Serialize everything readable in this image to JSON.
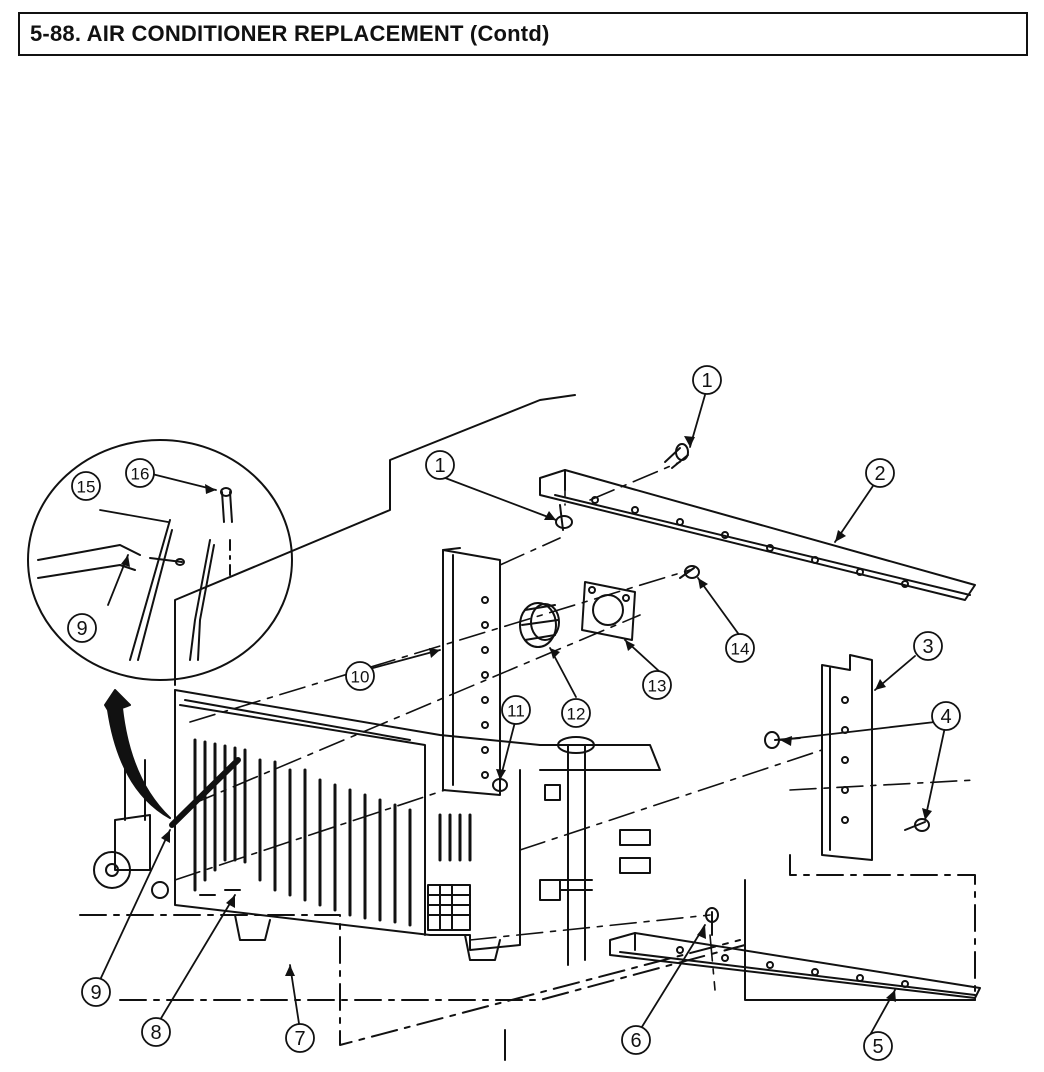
{
  "header": {
    "title": "5-88. AIR CONDITIONER REPLACEMENT (Contd)"
  },
  "callouts": [
    "1",
    "2",
    "1",
    "3",
    "4",
    "5",
    "6",
    "7",
    "8",
    "9",
    "9",
    "10",
    "11",
    "12",
    "13",
    "14",
    "15",
    "16"
  ]
}
